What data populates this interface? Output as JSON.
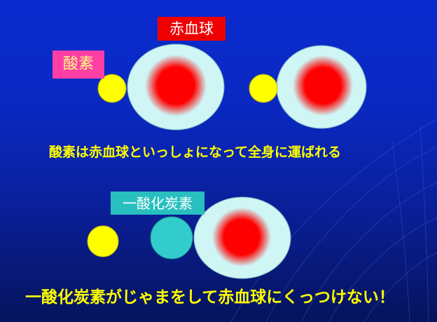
{
  "labels": {
    "red_blood_cell": "赤血球",
    "oxygen": "酸素",
    "carbon_monoxide": "一酸化炭素"
  },
  "captions": {
    "oxygen_transport": "酸素は赤血球といっしょになって全身に運ばれる",
    "co_blocking": "一酸化炭素がじゃまをして赤血球にくっつけない！"
  },
  "colors": {
    "background_top": "#0a2bd0",
    "background_bottom": "#06135c",
    "rbc_outer": "#cff5f5",
    "rbc_center": "#ff0000",
    "oxygen": "#ffff00",
    "carbon_monoxide": "#33cccc",
    "caption_text": "#ffff00",
    "label_rbc_bg": "#ee0000",
    "label_o2_bg": "#ff3fa6",
    "label_co_bg": "#28bfbf"
  }
}
